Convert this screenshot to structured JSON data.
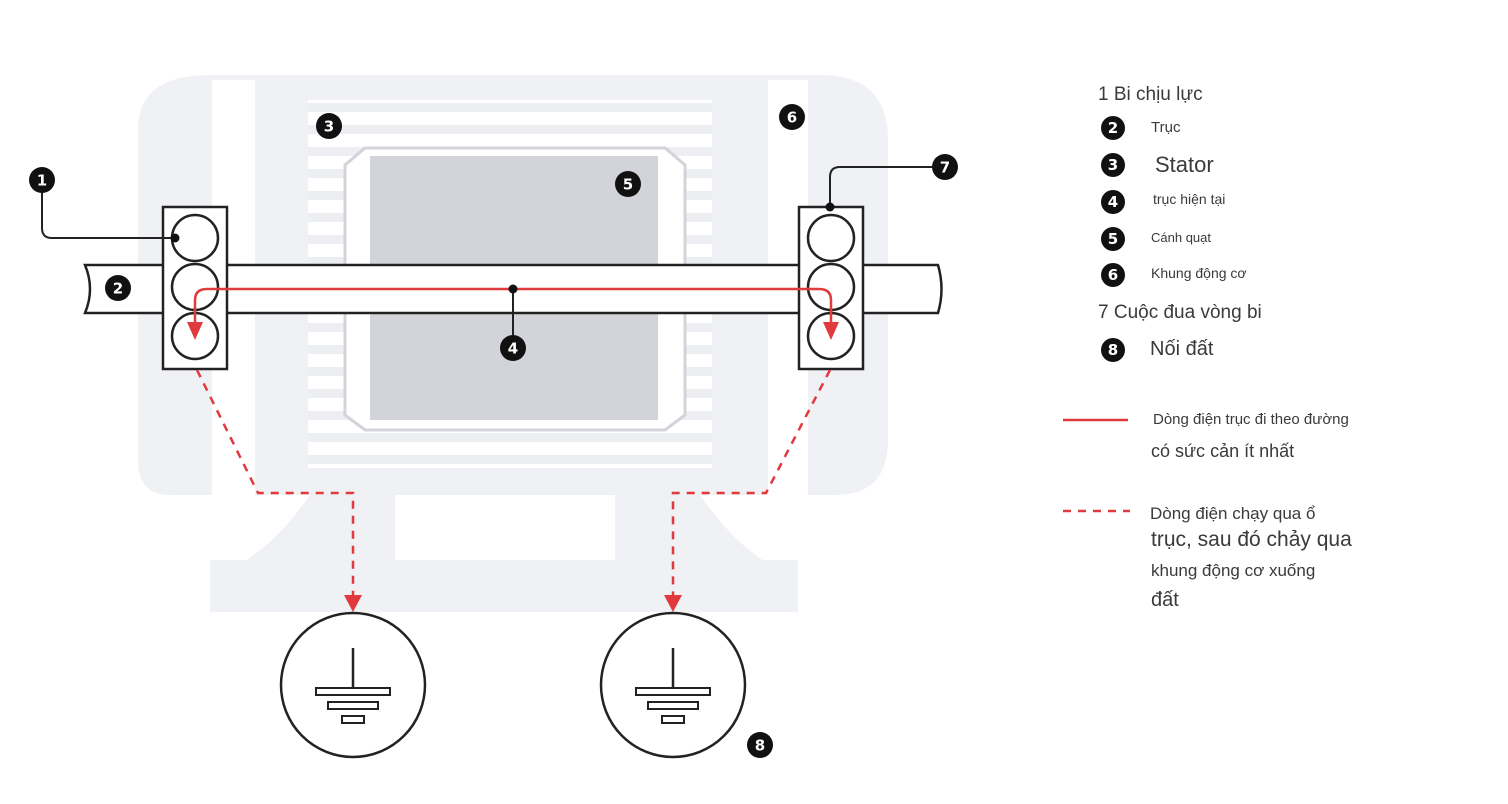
{
  "legend": {
    "items": [
      {
        "num": "1",
        "label": "1 Bi chịu lực",
        "badge": false
      },
      {
        "num": "2",
        "label": "Trục",
        "badge": true
      },
      {
        "num": "3",
        "label": "Stator",
        "badge": true
      },
      {
        "num": "4",
        "label": "trục hiện tại",
        "badge": true
      },
      {
        "num": "5",
        "label": "Cánh quạt",
        "badge": true
      },
      {
        "num": "6",
        "label": "Khung động cơ",
        "badge": true
      },
      {
        "num": "7",
        "label": "7 Cuộc đua vòng bi",
        "badge": false
      },
      {
        "num": "8",
        "label": "Nối đất",
        "badge": true
      }
    ],
    "solid_line": [
      "Dòng điện trục đi theo đường",
      "có sức cản ít nhất"
    ],
    "dashed_line": [
      "Dòng điện chạy qua ổ",
      "trục, sau đó chảy qua",
      "khung động cơ xuống",
      "đất"
    ]
  },
  "callouts": {
    "c1": "1",
    "c2": "2",
    "c3": "3",
    "c4": "4",
    "c5": "5",
    "c6": "6",
    "c7": "7",
    "c8": "8"
  },
  "colors": {
    "current": "#e0393e",
    "housing": "#f0f1f5",
    "rotor": "#d3d4d9",
    "stroke": "#222222",
    "badge": "#111111"
  }
}
